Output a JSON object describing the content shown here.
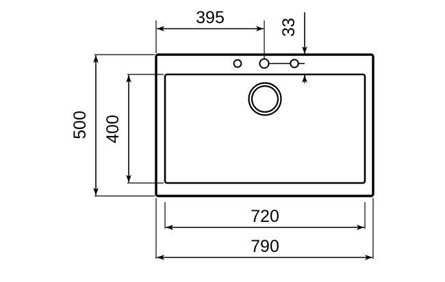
{
  "drawing": {
    "title": "Kitchen sink technical dimension drawing",
    "background_color": "#ffffff",
    "line_color": "#000000",
    "units": "mm"
  },
  "dimensions": {
    "top_offset": {
      "label": "395",
      "description": "horizontal distance from left outer edge to centre tap hole"
    },
    "top_depth": {
      "label": "33",
      "description": "vertical distance from top outer edge to inner bowl top edge"
    },
    "outer_height": {
      "label": "500",
      "description": "overall outer height of sink"
    },
    "inner_height": {
      "label": "400",
      "description": "inner bowl height"
    },
    "inner_width": {
      "label": "720",
      "description": "inner bowl width"
    },
    "outer_width": {
      "label": "790",
      "description": "overall outer width of sink"
    }
  },
  "features": {
    "tap_holes": [
      {
        "name": "tap-hole-left"
      },
      {
        "name": "tap-hole-center"
      },
      {
        "name": "tap-hole-right"
      }
    ],
    "drain": {
      "name": "drain-outlet"
    },
    "outer_rim": {
      "name": "sink-outer-rim"
    },
    "inner_bowl": {
      "name": "sink-inner-bowl"
    }
  }
}
